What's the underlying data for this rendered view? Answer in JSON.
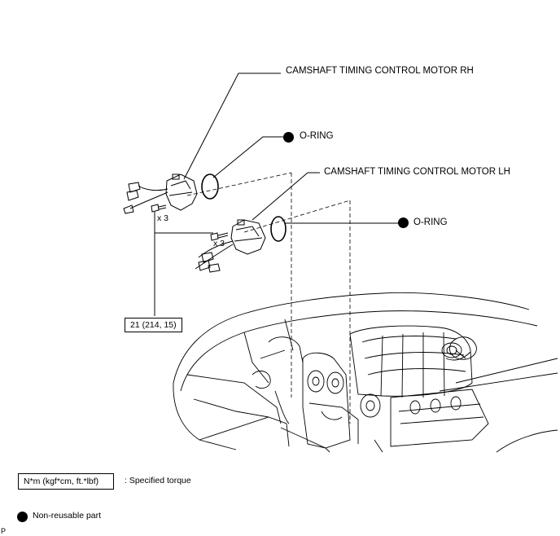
{
  "callouts": {
    "motor_rh": "CAMSHAFT TIMING CONTROL MOTOR RH",
    "oring_rh": "O-RING",
    "motor_lh": "CAMSHAFT TIMING CONTROL MOTOR LH",
    "oring_lh": "O-RING",
    "qty_rh": "x 3",
    "qty_lh": "x 3",
    "torque_value": "21 (214, 15)"
  },
  "legend": {
    "torque_box": "N*m (kgf*cm, ft.*lbf)",
    "torque_desc": ": Specified torque",
    "nonreusable_desc": "Non-reusable part"
  },
  "footer": {
    "corner_letter": "P"
  }
}
